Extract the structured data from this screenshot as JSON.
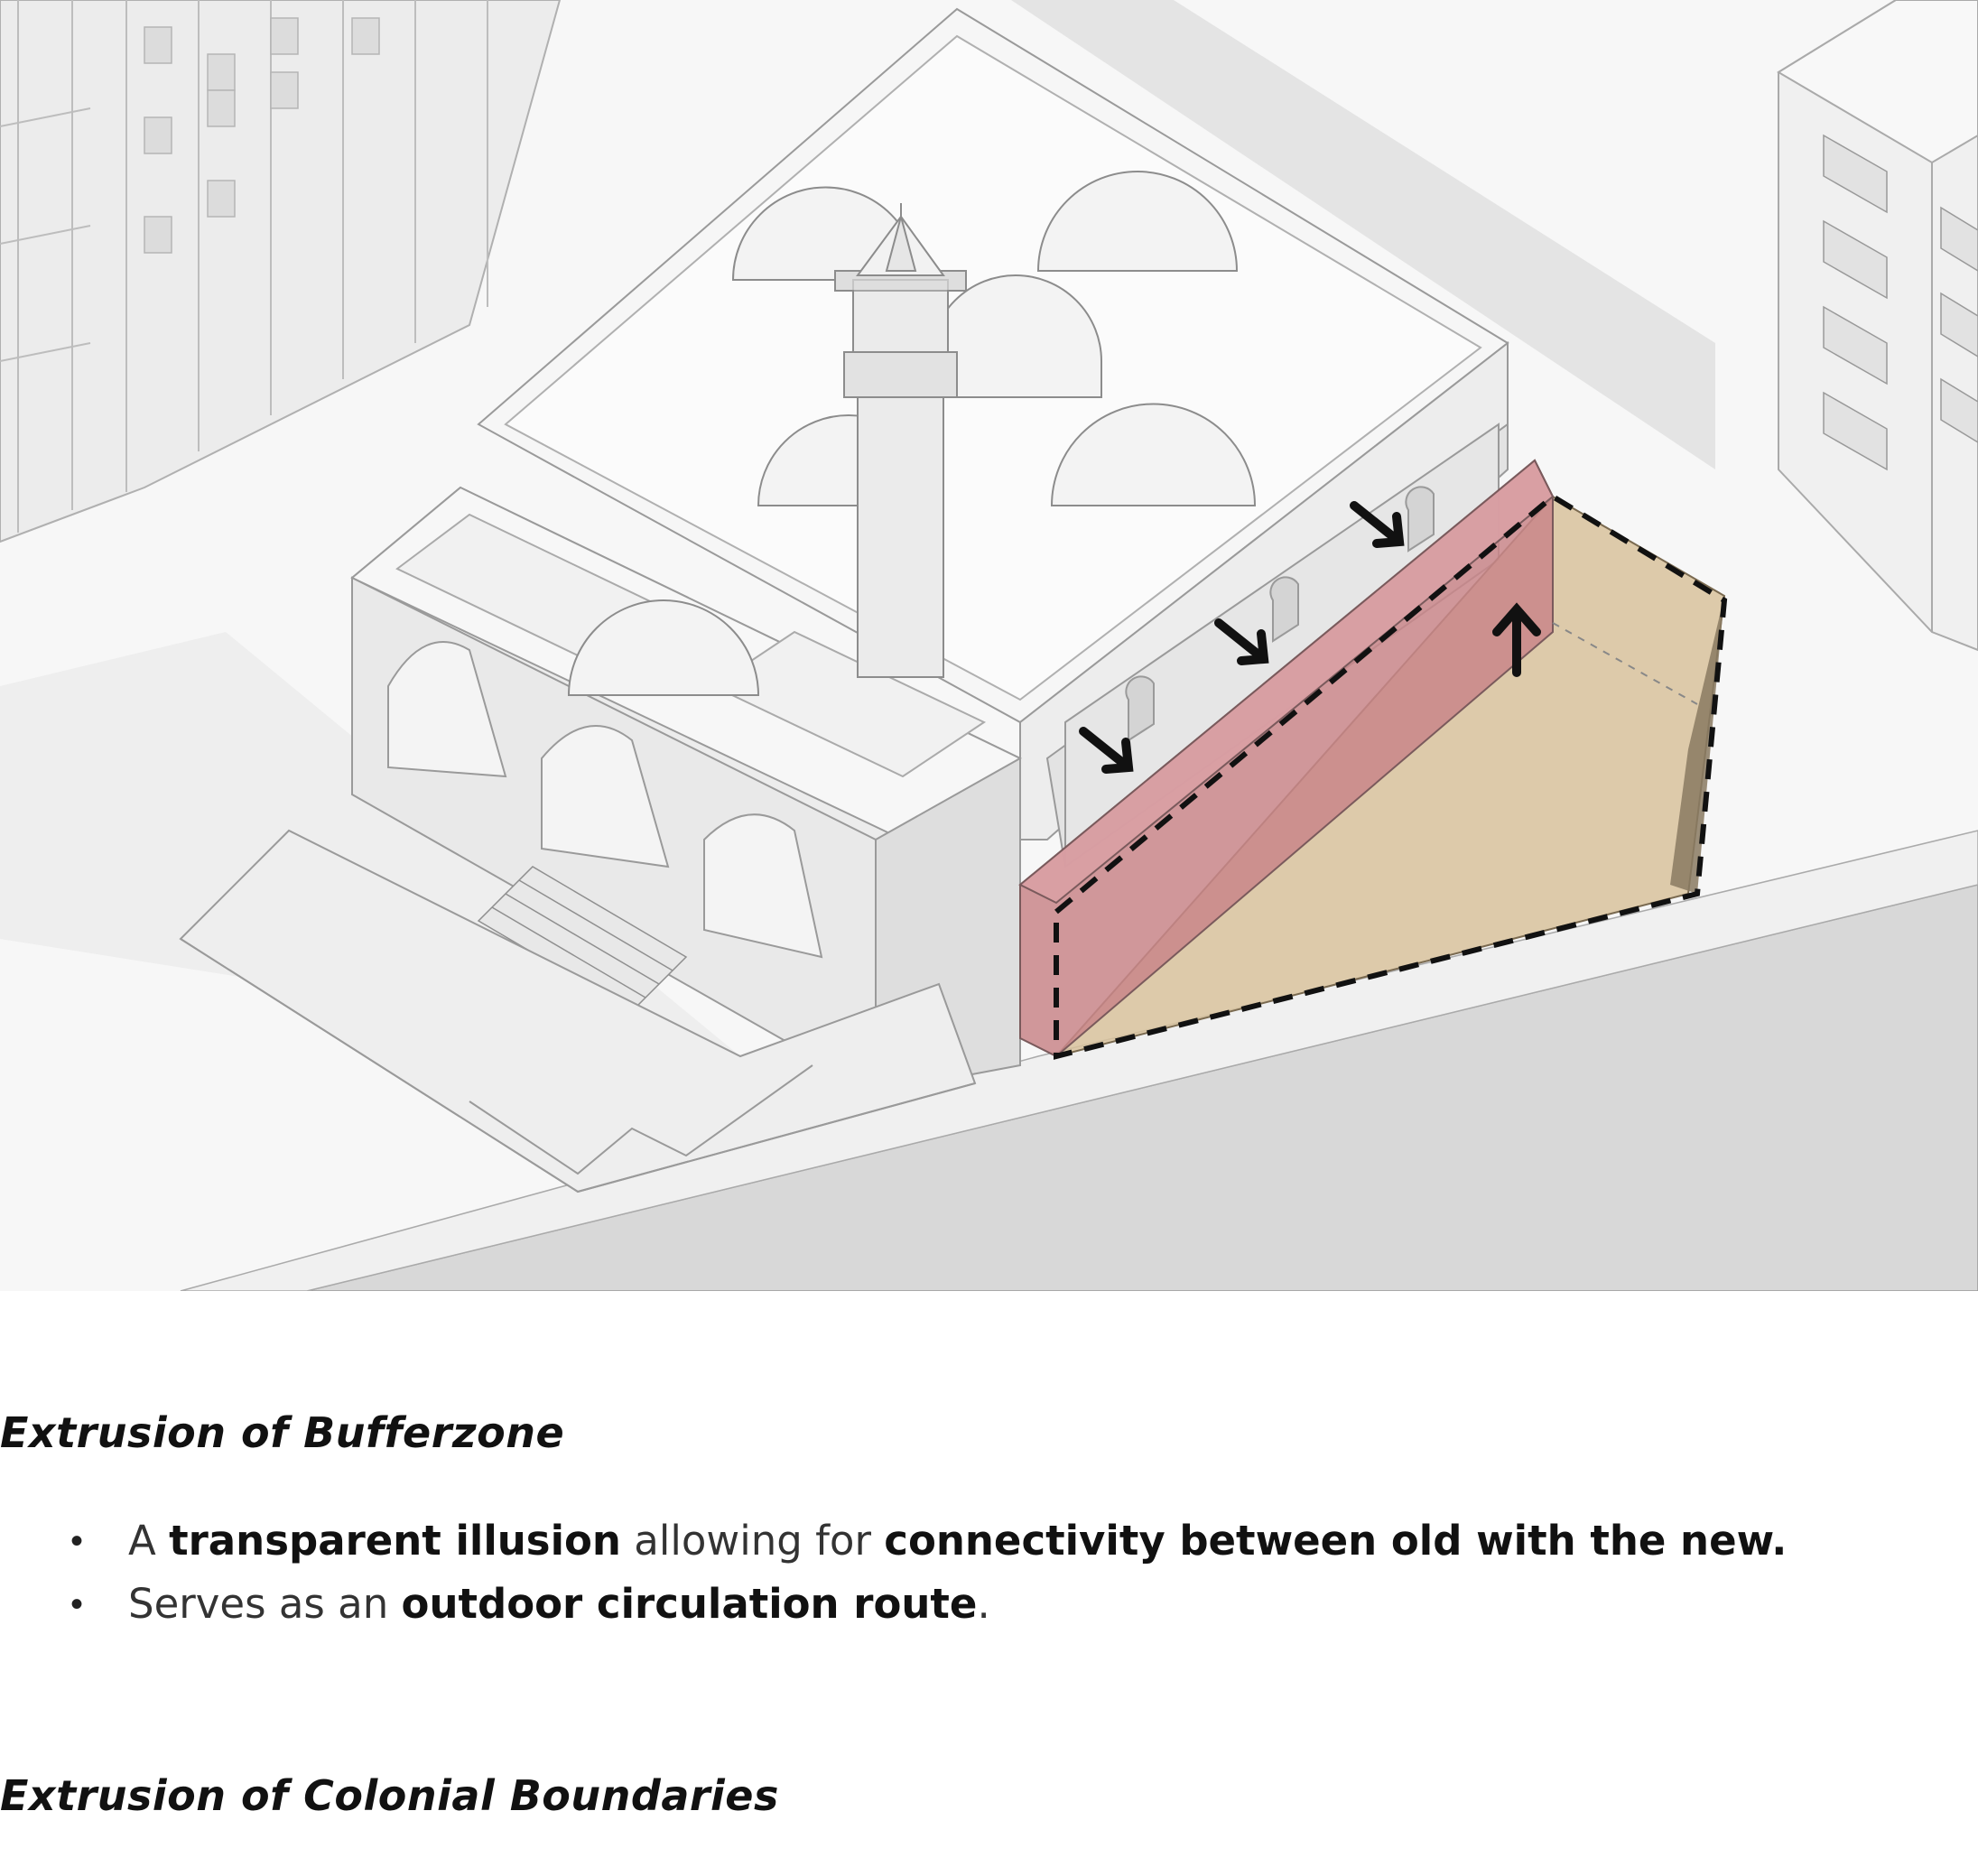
{
  "sections": [
    {
      "title": "Extrusion of Bufferzone",
      "bullets": [
        {
          "parts": [
            {
              "text": "A ",
              "bold": false
            },
            {
              "text": "transparent illusion",
              "bold": true
            },
            {
              "text": " allowing for ",
              "bold": false
            },
            {
              "text": "connectivity between old with the new.",
              "bold": true
            }
          ]
        },
        {
          "parts": [
            {
              "text": "Serves as an ",
              "bold": false
            },
            {
              "text": "outdoor circulation route",
              "bold": true
            },
            {
              "text": ".",
              "bold": false
            }
          ]
        }
      ]
    },
    {
      "title": "Extrusion of Colonial Boundaries",
      "bullets": []
    }
  ],
  "colors": {
    "bufferzone_wall": "#c9868a",
    "extrusion_volume": "#d8c29c",
    "extrusion_side": "#8a7a62",
    "ground": "#dcdcdc",
    "building": "#f2f2f2"
  },
  "icons": [
    "arrow-icon",
    "dome-icon",
    "minaret-icon"
  ]
}
